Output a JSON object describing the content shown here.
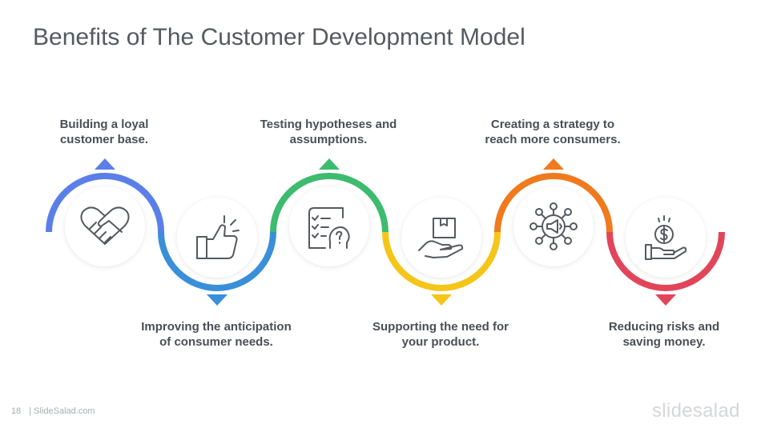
{
  "title": "Benefits of The Customer Development Model",
  "steps": [
    {
      "line1": "Building a loyal",
      "line2": "customer base.",
      "icon": "handshake-icon",
      "color": "#5b7fe8"
    },
    {
      "line1": "Improving the anticipation",
      "line2": "of consumer needs.",
      "icon": "thumbs-up-icon",
      "color": "#3a8fd9"
    },
    {
      "line1": "Testing hypotheses and",
      "line2": "assumptions.",
      "icon": "checklist-thinking-icon",
      "color": "#3dbb6e"
    },
    {
      "line1": "Supporting the need for",
      "line2": "your product.",
      "icon": "hand-box-icon",
      "color": "#f5c518"
    },
    {
      "line1": "Creating a strategy to",
      "line2": "reach more consumers.",
      "icon": "megaphone-network-icon",
      "color": "#f07a1e"
    },
    {
      "line1": "Reducing risks and",
      "line2": "saving money.",
      "icon": "hand-coin-icon",
      "color": "#e2455a"
    }
  ],
  "footer": {
    "page": "18",
    "site": "| SlideSalad.com"
  },
  "brand": "slidesalad"
}
